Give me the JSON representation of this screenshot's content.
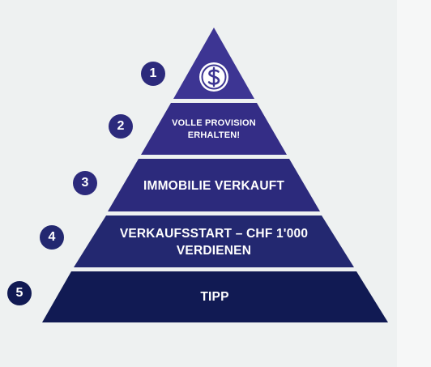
{
  "colors": {
    "tier1": "#3d3593",
    "tier2": "#342d86",
    "tier3": "#2c2a7c",
    "tier4": "#232870",
    "tier5": "#111a53",
    "badge": "#2c2a7c",
    "background": "#eef1f1"
  },
  "pyramid": {
    "top_icon": "dollar-coin-icon",
    "tiers": [
      {
        "step": "1",
        "label": ""
      },
      {
        "step": "2",
        "label": "VOLLE PROVISION ERHALTEN!"
      },
      {
        "step": "3",
        "label": "IMMOBILIE VERKAUFT"
      },
      {
        "step": "4",
        "label": "VERKAUFSSTART – CHF 1'000 VERDIENEN"
      },
      {
        "step": "5",
        "label": "TIPP"
      }
    ]
  }
}
